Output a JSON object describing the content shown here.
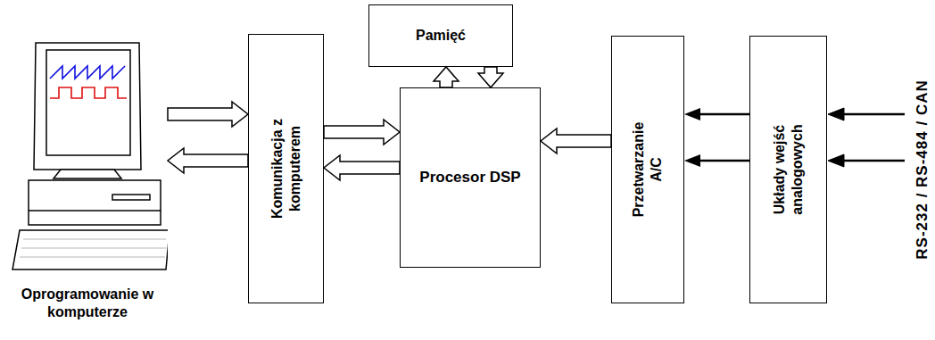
{
  "diagram": {
    "nodes": [
      {
        "text": [
          "Oprogramowanie w komputerze"
        ]
      },
      {
        "text": [
          "Komunikacja z komputerem"
        ]
      },
      {
        "text": [
          "Pamięć"
        ]
      },
      {
        "text": [
          "Procesor DSP"
        ]
      },
      {
        "text": [
          "Przetwarzanie A/C"
        ]
      },
      {
        "text": [
          "Układy wejść analogowych"
        ]
      }
    ],
    "edges": [
      {
        "from": 0,
        "to": 1,
        "arrow": "to"
      },
      {
        "from": 1,
        "to": 0,
        "arrow": "to"
      },
      {
        "from": 1,
        "to": 3,
        "arrow": "to"
      },
      {
        "from": 3,
        "to": 1,
        "arrow": "to"
      },
      {
        "from": 3,
        "to": 2,
        "arrow": "to"
      },
      {
        "from": 2,
        "to": 3,
        "arrow": "to"
      },
      {
        "from": 4,
        "to": 3,
        "arrow": "to"
      },
      {
        "from": 5,
        "to": 4,
        "arrow": "to"
      },
      {
        "from": 5,
        "to": 4,
        "arrow": "to"
      }
    ],
    "labels": [
      "RS-232 / RS-484 / CAN"
    ]
  }
}
